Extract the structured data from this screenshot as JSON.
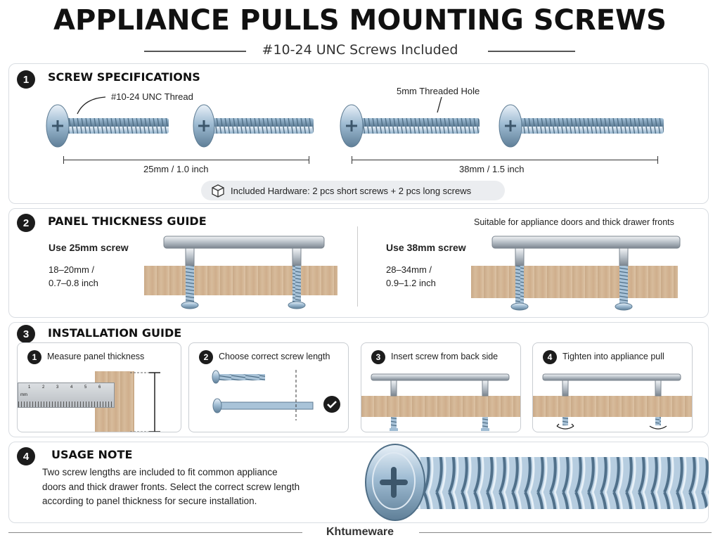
{
  "title": "APPLIANCE PULLS MOUNTING SCREWS",
  "subtitle": "#10-24 UNC Screws Included",
  "specs": {
    "number": "1",
    "title": "SCREW SPECIFICATIONS",
    "thread_label": "#10-24 UNC Thread",
    "hole_label": "5mm Threaded Hole",
    "short_length": "25mm / 1.0 inch",
    "long_length": "38mm / 1.5 inch",
    "hardware_icon": "box-icon",
    "hardware_note": "Included Hardware:  2 pcs short screws + 2 pcs long screws"
  },
  "panel": {
    "number": "2",
    "title": "PANEL THICKNESS GUIDE",
    "suitable_note": "Suitable for appliance doors and thick drawer fronts",
    "short": {
      "heading": "Use 25mm screw",
      "range_line1": "18–20mm /",
      "range_line2": "0.7–0.8 inch"
    },
    "long": {
      "heading": "Use 38mm screw",
      "range_line1": "28–34mm /",
      "range_line2": "0.9–1.2 inch"
    }
  },
  "install": {
    "number": "3",
    "title": "INSTALLATION GUIDE",
    "steps": [
      {
        "number": "1",
        "label": "Measure panel thickness"
      },
      {
        "number": "2",
        "label": "Choose correct screw length"
      },
      {
        "number": "3",
        "label": "Insert screw from back side"
      },
      {
        "number": "4",
        "label": "Tighten into appliance pull"
      }
    ],
    "ruler_unit": "mm",
    "ruler_ticks": [
      "1",
      "2",
      "3",
      "4",
      "5",
      "6"
    ],
    "check_icon": "check-circle-icon"
  },
  "usage": {
    "number": "4",
    "title": "USAGE NOTE",
    "text": "Two screw lengths are included to fit common appliance doors and thick drawer fronts. Select the correct screw length according to panel thickness for secure installation."
  },
  "brand": "Khtumeware",
  "colors": {
    "screw": "#a9c3d8",
    "wood": "#d2b596",
    "badge": "#1c1c1c",
    "metal": "#c8ced4"
  }
}
